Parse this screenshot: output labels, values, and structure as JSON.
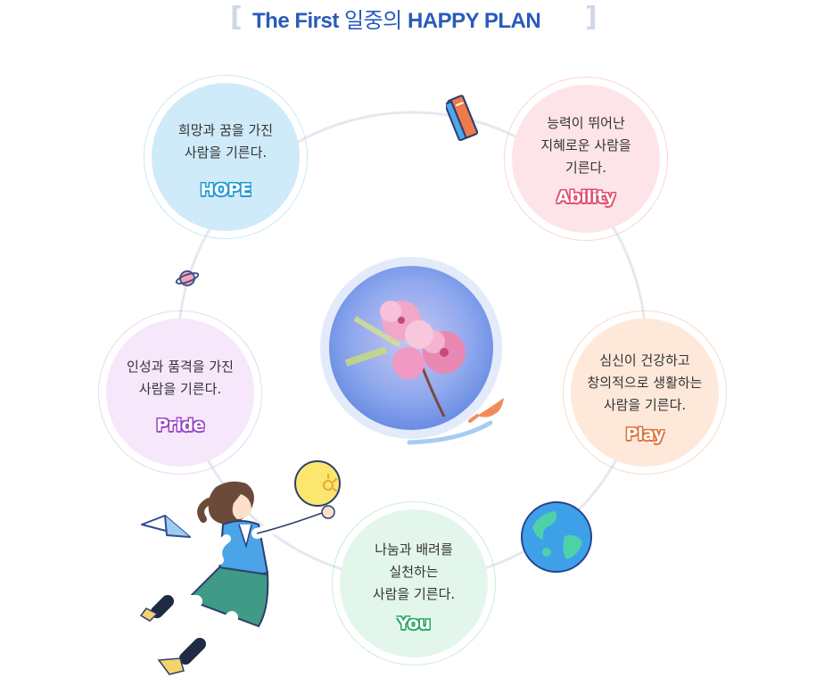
{
  "header": {
    "title_en": "The First",
    "title_ko": "일중의",
    "title_end": "HAPPY PLAN",
    "bracket_left": "[",
    "bracket_right": "]"
  },
  "nodes": {
    "hope": {
      "line1": "희망과 꿈을 가진",
      "line2": "사람을 기른다.",
      "tag": "HOPE",
      "color": "#1e9ad8"
    },
    "ability": {
      "line1": "능력이 뛰어난",
      "line2": "지혜로운 사람을",
      "line3": "기른다.",
      "tag": "Ability",
      "color": "#e24d6b"
    },
    "pride": {
      "line1": "인성과 품격을 가진",
      "line2": "사람을 기른다.",
      "tag": "Pride",
      "color": "#9b47c9"
    },
    "play": {
      "line1": "심신이 건강하고",
      "line2": "창의적으로 생활하는",
      "line3": "사람을 기른다.",
      "tag": "Play",
      "color": "#e0733a"
    },
    "you": {
      "line1": "나눔과 배려를",
      "line2": "실천하는",
      "line3": "사람을 기른다.",
      "tag": "You",
      "color": "#27a869"
    }
  },
  "decorations": [
    "book-icon",
    "planet-icon",
    "flower-photo",
    "comet-icon",
    "earth-icon",
    "paper-plane-icon",
    "girl-illustration",
    "lightbulb-ball-icon"
  ]
}
